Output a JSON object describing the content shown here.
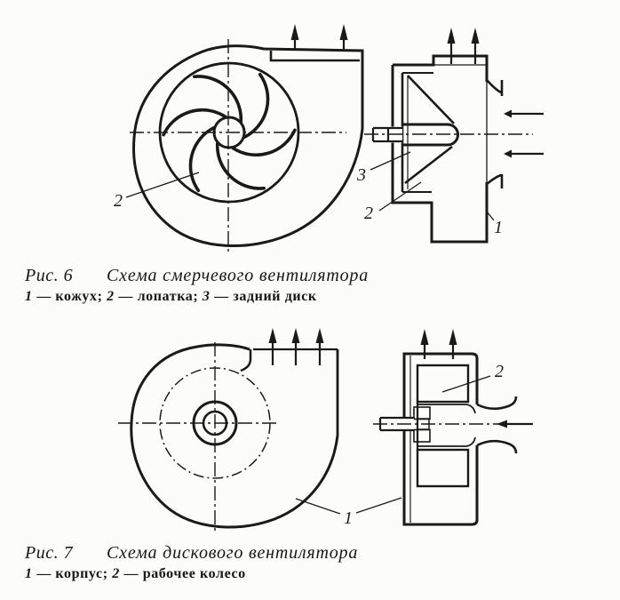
{
  "figure6": {
    "label": "Рис. 6",
    "title": "Схема смерчевого вентилятора",
    "legend_parts": [
      "1",
      " — кожух;  ",
      "2",
      " — лопатка;  ",
      "3",
      " — задний диск"
    ],
    "callouts": {
      "front_blade": "2",
      "rear_disk": "3",
      "side_blade": "2",
      "casing": "1"
    }
  },
  "figure7": {
    "label": "Рис. 7",
    "title": "Схема дискового вентилятора",
    "legend_parts": [
      "1",
      " — корпус;  ",
      "2",
      " — рабочее колесо"
    ],
    "callouts": {
      "casing": "1",
      "impeller": "2"
    }
  },
  "colors": {
    "ink": "#1a1a1a",
    "paper": "#fcfcfa"
  }
}
